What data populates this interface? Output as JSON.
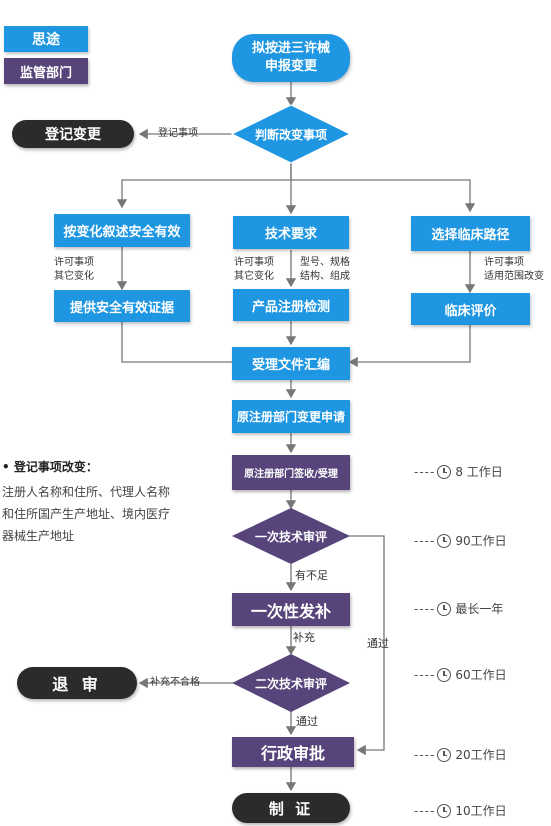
{
  "legend": {
    "route_label": "思途",
    "authority_label": "监管部门"
  },
  "nodes": {
    "start": "拟按进三许械\n申报变更",
    "judge": "判断改变事项",
    "reg_change": "登记变更",
    "safety": "按变化叙述安全有效",
    "tech": "技术要求",
    "clinical_path": "选择临床路径",
    "evidence": "提供安全有效证据",
    "registration_test": "产品注册检测",
    "clinical_eval": "临床评价",
    "compile": "受理文件汇编",
    "apply": "原注册部门变更申请",
    "accept": "原注册部门签收/受理",
    "first_review": "一次技术审评",
    "supplement": "一次性发补",
    "second_review": "二次技术审评",
    "reject": "退 审",
    "approve": "行政审批",
    "issue": "制 证"
  },
  "edge_labels": {
    "reg_items": "登记事项",
    "license_other_1": "许可事项\n其它变化",
    "license_other_2": "许可事项\n其它变化",
    "model_spec": "型号、规格\n结构、组成",
    "license_scope": "许可事项\n适用范围改变",
    "insufficient": "有不足",
    "supplement_more": "补充",
    "passed_1": "通过",
    "passed_2": "通过",
    "supplement_fail": "补充不合格"
  },
  "side_note": {
    "title": "登记事项改变：",
    "body": "注册人名称和住所、代理人名称\n和住所国产生产地址、境内医疗\n器械生产地址"
  },
  "timeline": {
    "accept": "8 工作日",
    "first_review": "90工作日",
    "supplement": "最长一年",
    "second_review": "60工作日",
    "approve": "20工作日",
    "issue": "10工作日"
  },
  "colors": {
    "blue": "#1e96e2",
    "purple": "#56447a",
    "dark": "#2b2b2b",
    "line": "#777777"
  }
}
